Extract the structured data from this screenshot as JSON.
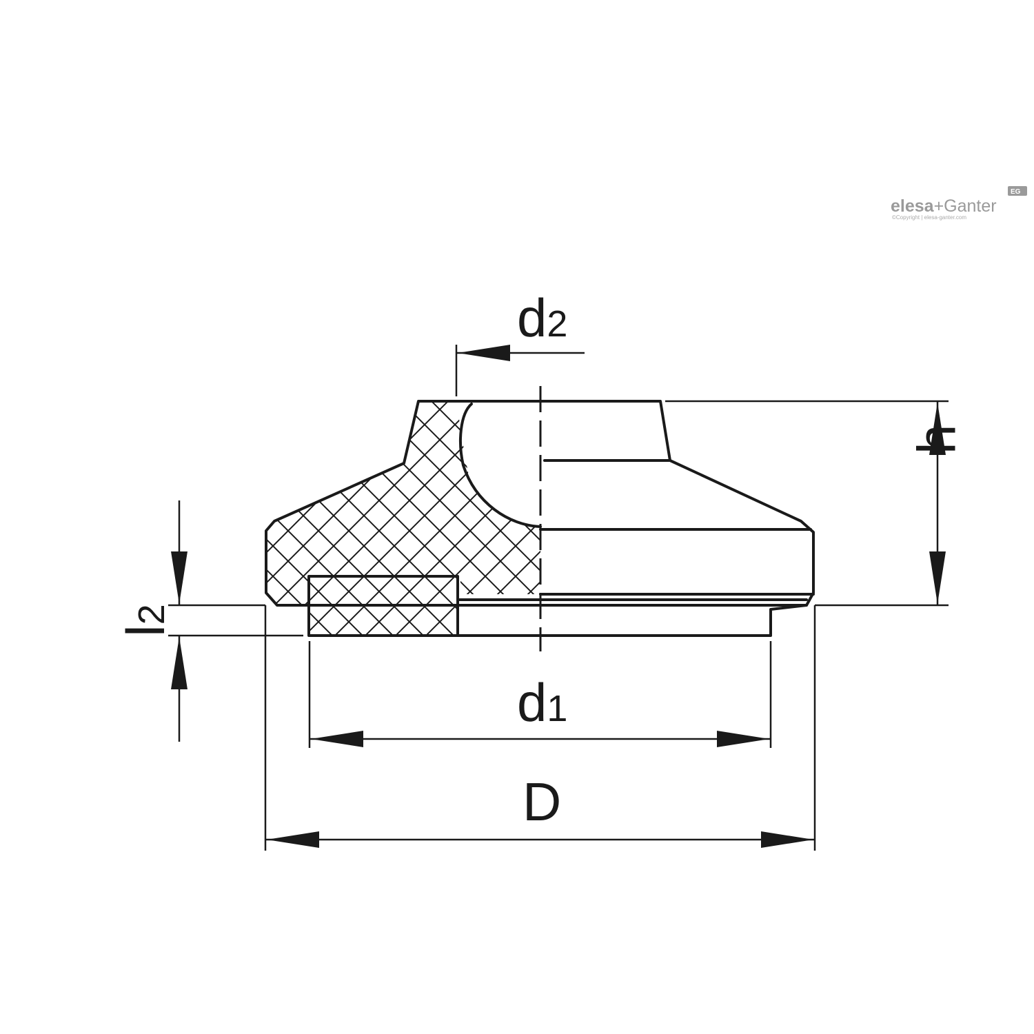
{
  "drawing": {
    "stroke_color": "#1a1a1a",
    "background": "#ffffff"
  },
  "dimensions": {
    "d2": {
      "base": "d",
      "sub": "2"
    },
    "h": {
      "base": "h"
    },
    "l2": {
      "base": "l",
      "sub": "2"
    },
    "d1": {
      "base": "d",
      "sub": "1"
    },
    "D": {
      "base": "D"
    }
  },
  "logo": {
    "brand_left": "elesa",
    "plus": "+",
    "brand_right": "Ganter",
    "badge": "EG",
    "copyright": "©Copyright | elesa-ganter.com",
    "color": "#9a9a9a"
  }
}
